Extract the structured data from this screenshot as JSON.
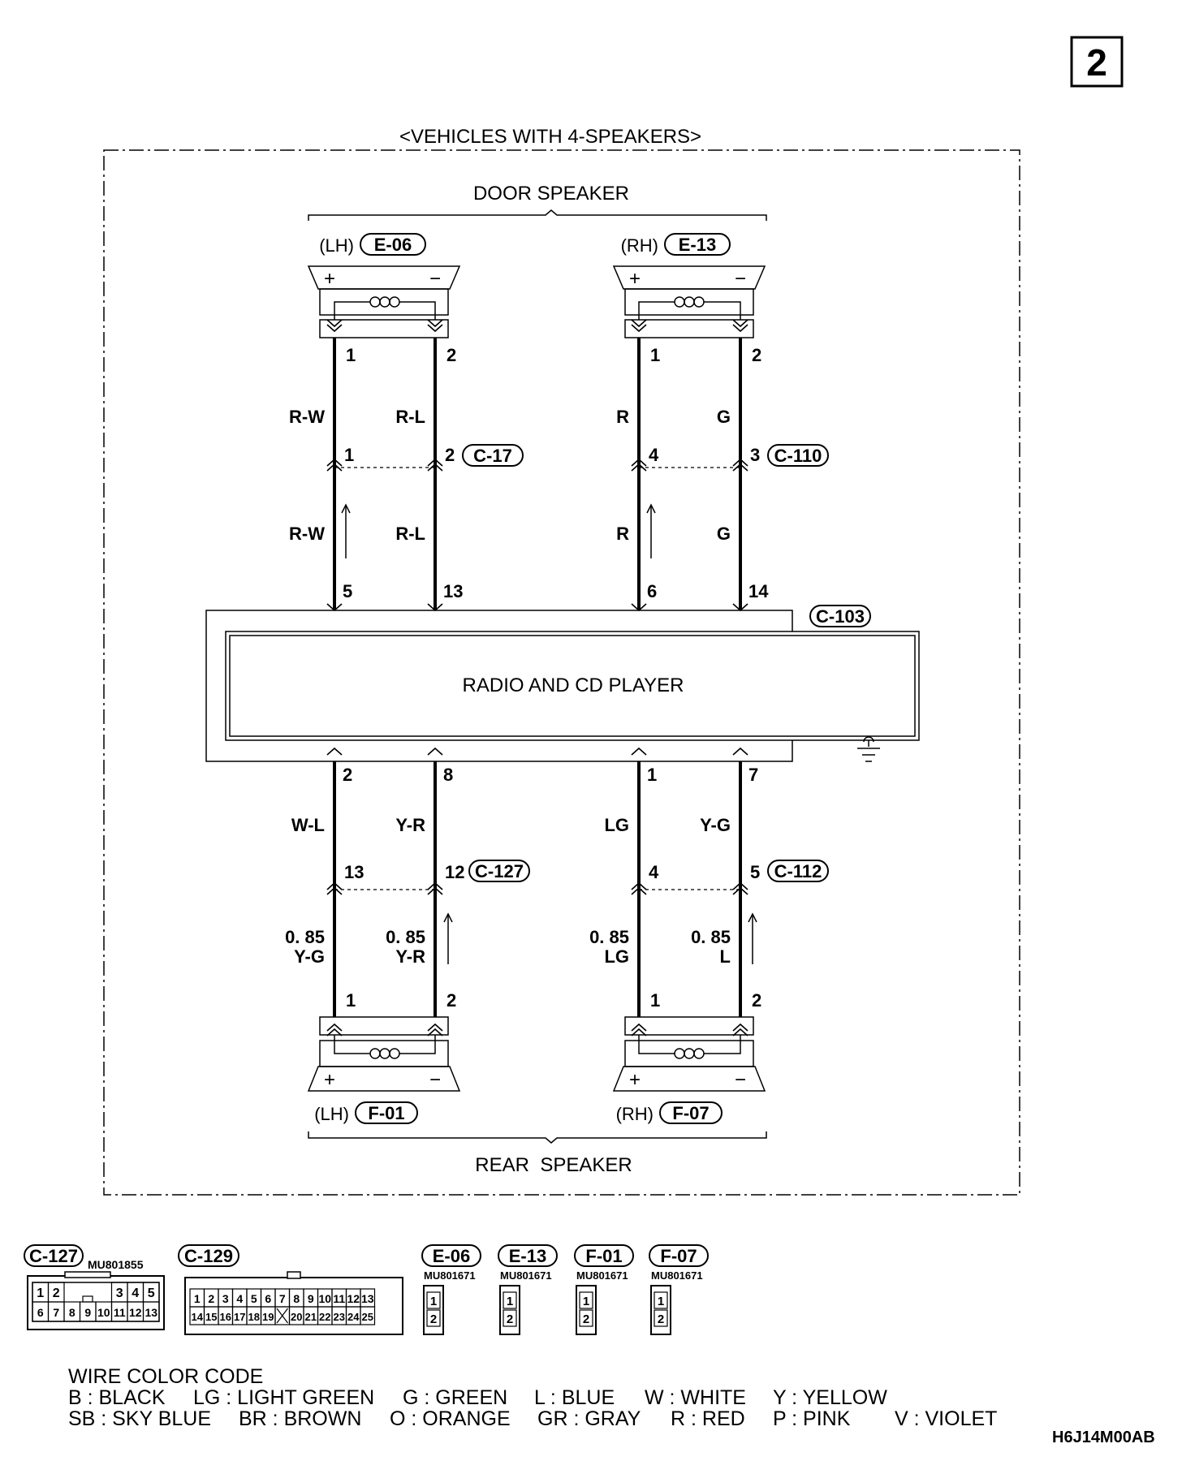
{
  "page_number": "2",
  "title": "<VEHICLES WITH 4-SPEAKERS>",
  "door_speaker": {
    "group_label": "DOOR SPEAKER",
    "lh": {
      "side": "(LH)",
      "connector": "E-06",
      "plus": "+",
      "minus": "−",
      "pins": [
        "1",
        "2"
      ]
    },
    "rh": {
      "side": "(RH)",
      "connector": "E-13",
      "plus": "+",
      "minus": "−",
      "pins": [
        "1",
        "2"
      ]
    }
  },
  "rear_speaker": {
    "group_label": "REAR  SPEAKER",
    "lh": {
      "side": "(LH)",
      "connector": "F-01",
      "plus": "+",
      "minus": "−",
      "pins": [
        "1",
        "2"
      ]
    },
    "rh": {
      "side": "(RH)",
      "connector": "F-07",
      "plus": "+",
      "minus": "−",
      "pins": [
        "1",
        "2"
      ]
    }
  },
  "radio": {
    "label": "RADIO AND CD PLAYER",
    "connector": "C-103"
  },
  "upper_wires": {
    "lh_plus": {
      "color_upper": "R-W",
      "junction_pin": "1",
      "color_lower": "R-W",
      "radio_pin": "5"
    },
    "lh_minus": {
      "color_upper": "R-L",
      "junction_pin": "2",
      "color_lower": "R-L",
      "radio_pin": "13"
    },
    "rh_plus": {
      "color_upper": "R",
      "junction_pin": "4",
      "color_lower": "R",
      "radio_pin": "6"
    },
    "rh_minus": {
      "color_upper": "G",
      "junction_pin": "3",
      "color_lower": "G",
      "radio_pin": "14"
    },
    "junction_lh": "C-17",
    "junction_rh": "C-110"
  },
  "lower_wires": {
    "lh_plus": {
      "radio_pin": "2",
      "color_upper": "W-L",
      "junction_pin": "13",
      "size": "0. 85",
      "color_lower": "Y-G"
    },
    "lh_minus": {
      "radio_pin": "8",
      "color_upper": "Y-R",
      "junction_pin": "12",
      "size": "0. 85",
      "color_lower": "Y-R"
    },
    "rh_plus": {
      "radio_pin": "1",
      "color_upper": "LG",
      "junction_pin": "4",
      "size": "0. 85",
      "color_lower": "LG"
    },
    "rh_minus": {
      "radio_pin": "7",
      "color_upper": "Y-G",
      "junction_pin": "5",
      "size": "0. 85",
      "color_lower": "L"
    },
    "junction_lh": "C-127",
    "junction_rh": "C-112"
  },
  "connector_views": {
    "c127": {
      "label": "C-127",
      "part": "MU801855",
      "top_pins": [
        "1",
        "2",
        "3",
        "4",
        "5"
      ],
      "bottom_pins": [
        "6",
        "7",
        "8",
        "9",
        "10",
        "11",
        "12",
        "13"
      ]
    },
    "c129": {
      "label": "C-129",
      "top_pins": [
        "1",
        "2",
        "3",
        "4",
        "5",
        "6",
        "7",
        "8",
        "9",
        "10",
        "11",
        "12",
        "13"
      ],
      "bottom_pins": [
        "14",
        "15",
        "16",
        "17",
        "18",
        "19",
        "20",
        "21",
        "22",
        "23",
        "24",
        "25"
      ]
    },
    "e06": {
      "label": "E-06",
      "part": "MU801671",
      "pins": [
        "1",
        "2"
      ]
    },
    "e13": {
      "label": "E-13",
      "part": "MU801671",
      "pins": [
        "1",
        "2"
      ]
    },
    "f01": {
      "label": "F-01",
      "part": "MU801671",
      "pins": [
        "1",
        "2"
      ]
    },
    "f07": {
      "label": "F-07",
      "part": "MU801671",
      "pins": [
        "1",
        "2"
      ]
    }
  },
  "legend": {
    "title": "WIRE COLOR CODE",
    "row1": [
      "B : BLACK",
      "LG : LIGHT GREEN",
      "G : GREEN",
      "L : BLUE",
      "W : WHITE",
      "Y : YELLOW"
    ],
    "row2": [
      "SB : SKY BLUE",
      "BR : BROWN",
      "O : ORANGE",
      "GR : GRAY",
      "R : RED",
      "P : PINK",
      "V : VIOLET"
    ]
  },
  "figure_code": "H6J14M00AB"
}
